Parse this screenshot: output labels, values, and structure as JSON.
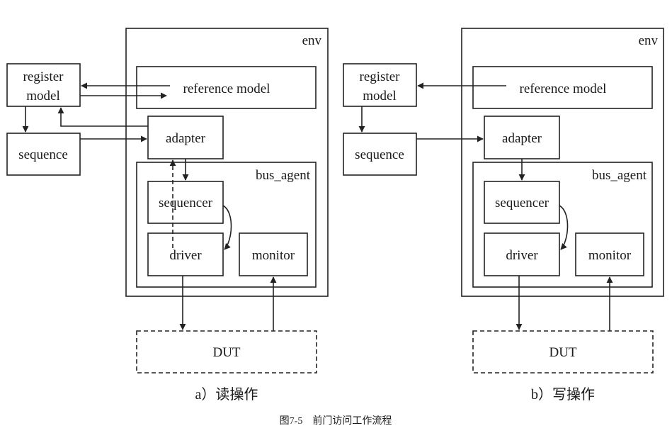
{
  "panels": [
    {
      "id": "a",
      "env": "env",
      "register_model": [
        "register",
        "model"
      ],
      "reference_model": "reference model",
      "sequence": "sequence",
      "adapter": "adapter",
      "bus_agent": "bus_agent",
      "sequencer": "sequencer",
      "driver": "driver",
      "monitor": "monitor",
      "dut": "DUT",
      "subcaption": "a）读操作"
    },
    {
      "id": "b",
      "env": "env",
      "register_model": [
        "register",
        "model"
      ],
      "reference_model": "reference model",
      "sequence": "sequence",
      "adapter": "adapter",
      "bus_agent": "bus_agent",
      "sequencer": "sequencer",
      "driver": "driver",
      "monitor": "monitor",
      "dut": "DUT",
      "subcaption": "b）写操作"
    }
  ],
  "figure_caption": "图7-5　前门访问工作流程"
}
